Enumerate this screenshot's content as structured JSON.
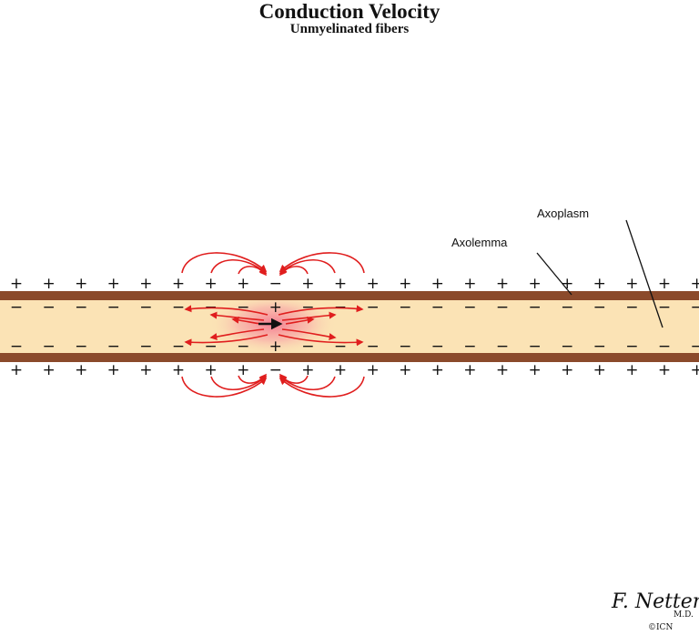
{
  "title": "Conduction Velocity",
  "subtitle": "Unmyelinated fibers",
  "labels": {
    "axoplasm": "Axoplasm",
    "axolemma": "Axolemma"
  },
  "charges": {
    "positive": "+",
    "negative": "−"
  },
  "signature": {
    "name": "F. Netter",
    "suffix": "M.D.",
    "mark": "©ICN"
  },
  "colors": {
    "membrane": "#8b4a2b",
    "axoplasm": "#fbe3b5",
    "current_arrows": "#e01e1e",
    "depolarized_glow": "#f46a8a",
    "charge": "#111111"
  }
}
